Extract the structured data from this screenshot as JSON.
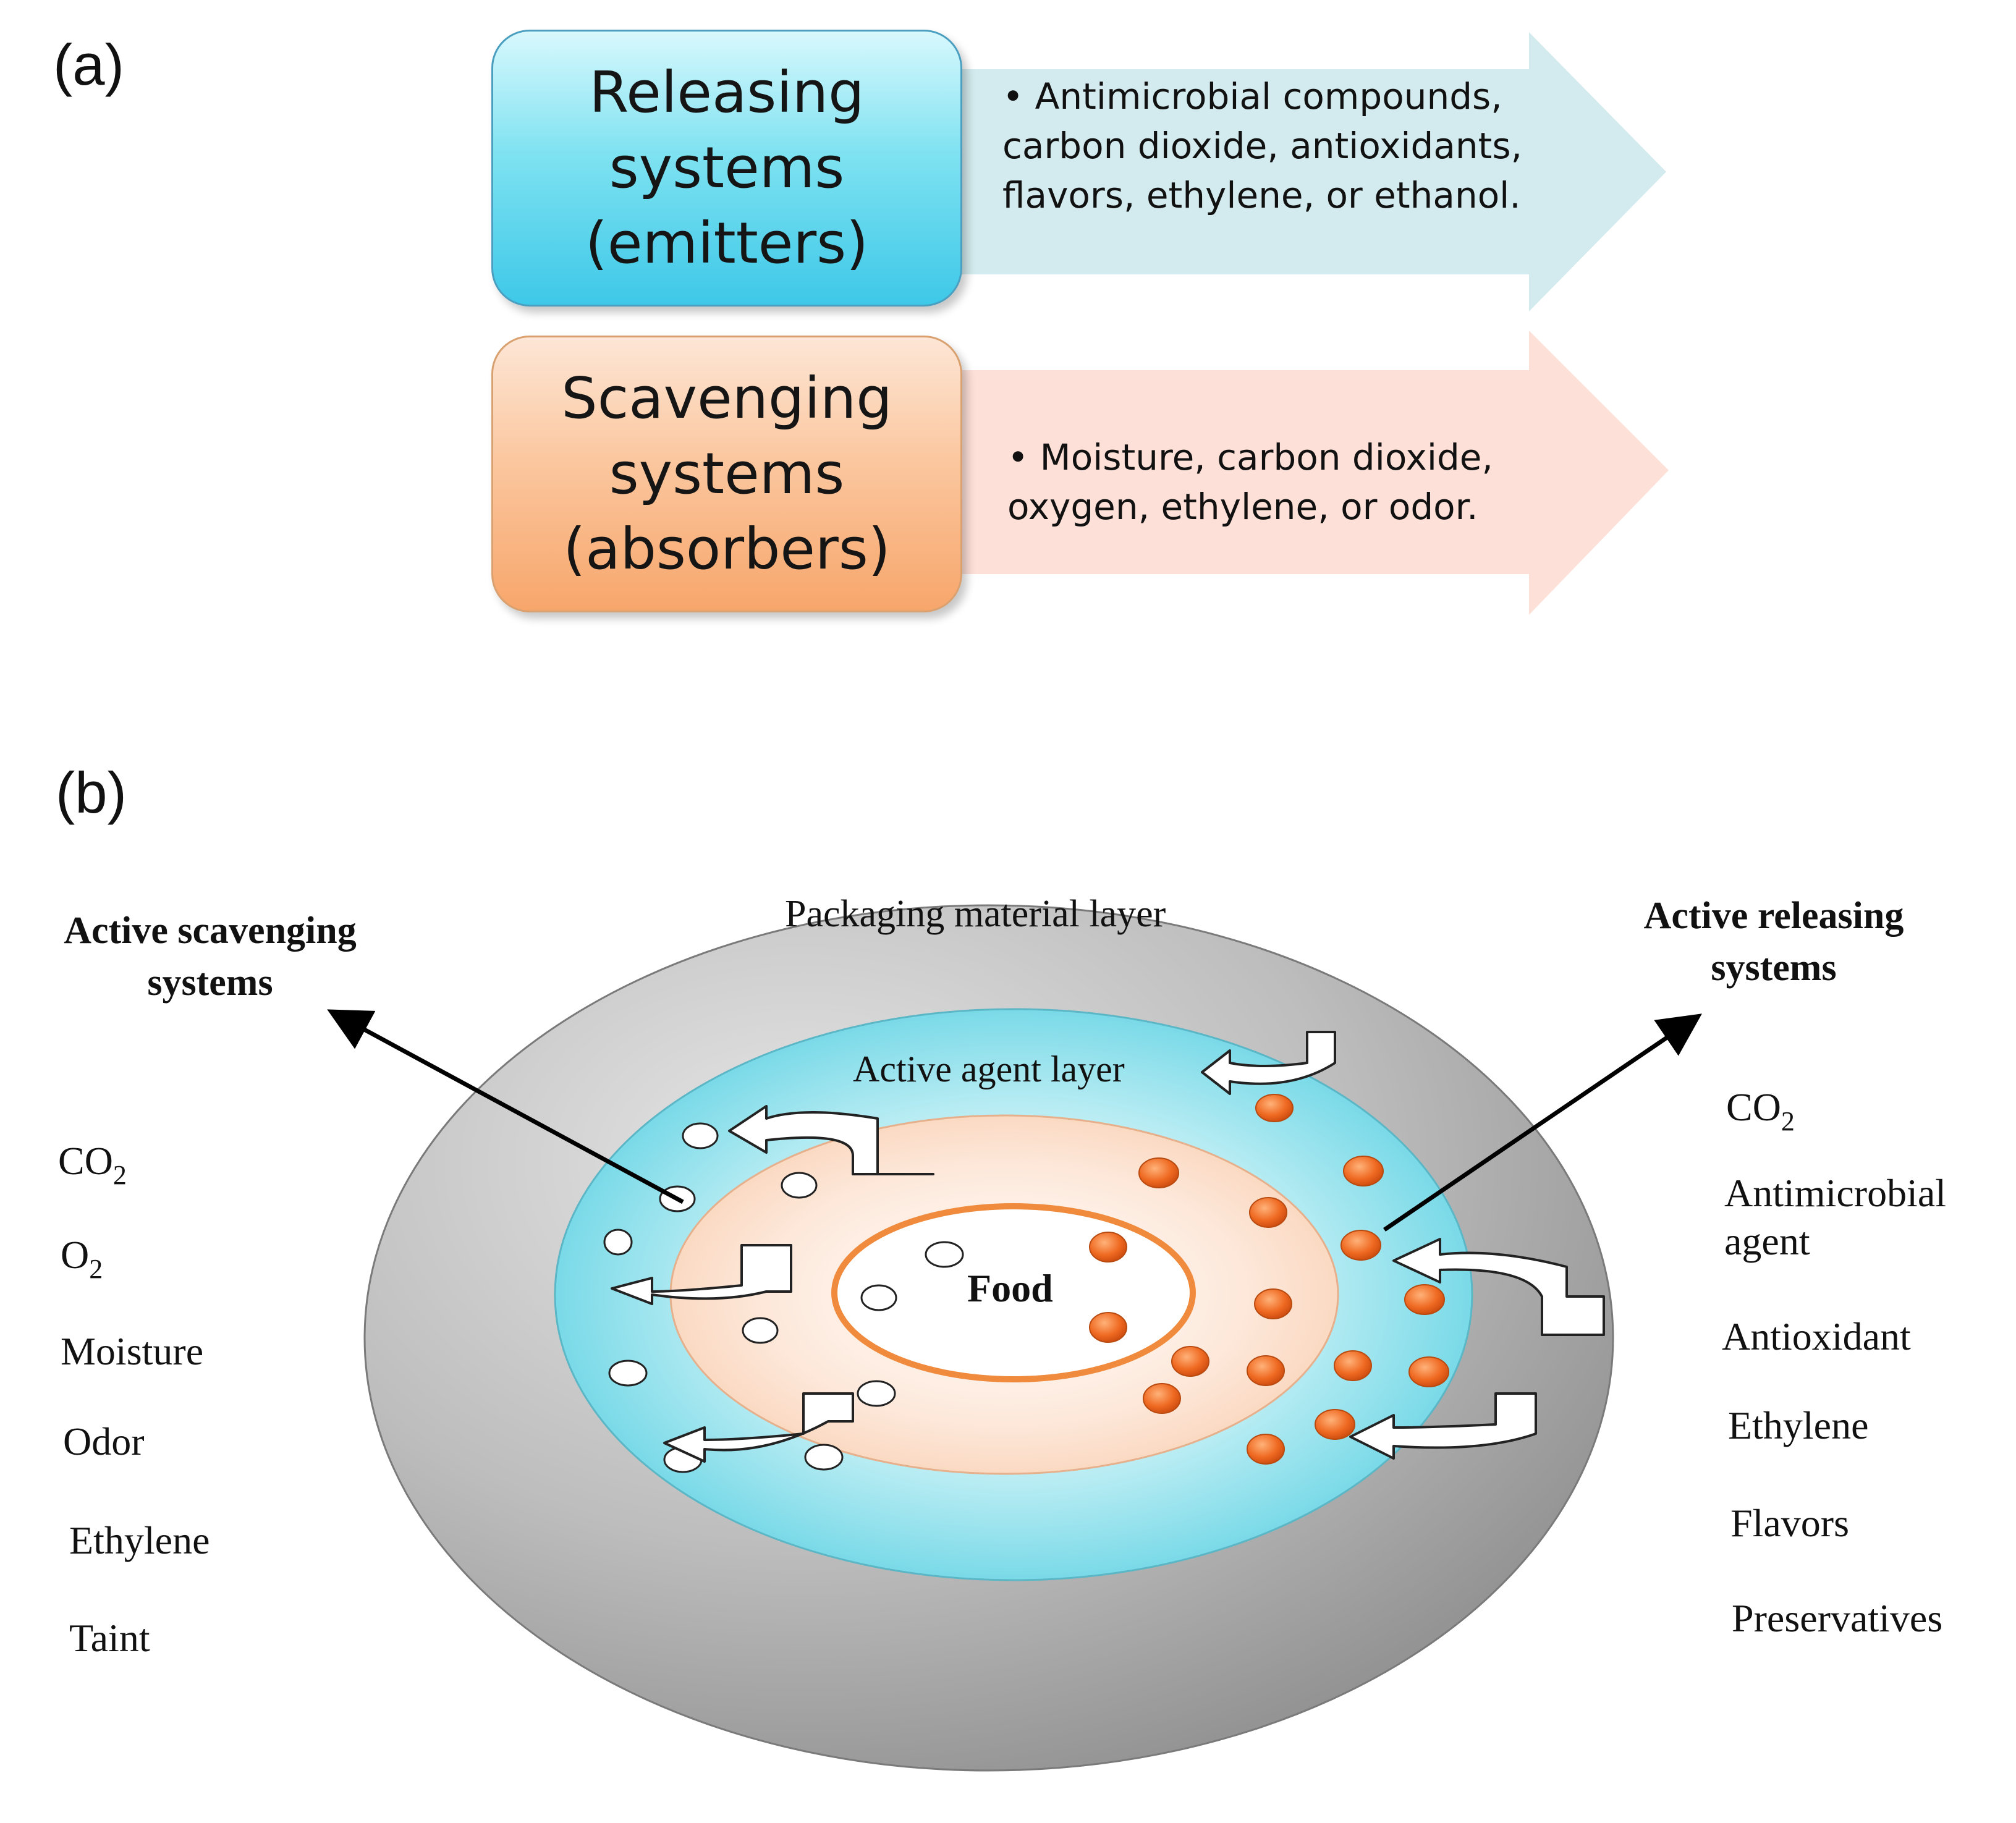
{
  "panel_a": {
    "label": "(a)",
    "releasing": {
      "title": "Releasing\nsystems\n(emitters)",
      "items": "• Antimicrobial compounds,\n  carbon dioxide, antioxidants,\n  flavors, ethylene, or ethanol."
    },
    "scavenging": {
      "title": "Scavenging\nsystems\n(absorbers)",
      "items": "• Moisture, carbon dioxide,\n   oxygen, ethylene, or odor."
    }
  },
  "panel_b": {
    "label": "(b)",
    "scavenging_title": "Active scavenging\nsystems",
    "releasing_title": "Active releasing\nsystems",
    "packaging_layer": "Packaging material layer",
    "active_agent_layer": "Active agent layer",
    "food": "Food",
    "scavenged": {
      "co2_base": "CO",
      "co2_sub": "2",
      "o2_base": "O",
      "o2_sub": "2",
      "moisture": "Moisture",
      "odor": "Odor",
      "ethylene": "Ethylene",
      "taint": "Taint"
    },
    "released": {
      "co2_base": "CO",
      "co2_sub": "2",
      "antimicrobial": "Antimicrobial\nagent",
      "antioxidant": "Antioxidant",
      "ethylene": "Ethylene",
      "flavors": "Flavors",
      "preservatives": "Preservatives"
    }
  },
  "colors": {
    "releasing_box": "#3ec8e8",
    "scavenging_box": "#f7a66b",
    "releasing_arrow": "#d3ebee",
    "scavenging_arrow": "#fde0d8",
    "packaging_gray": "#a8a8a8",
    "active_agent_cyan": "#7fd9e6",
    "inner_peach": "#fbd9c2",
    "food_ring": "#f08a3c",
    "particle_orange": "#e8641c"
  }
}
